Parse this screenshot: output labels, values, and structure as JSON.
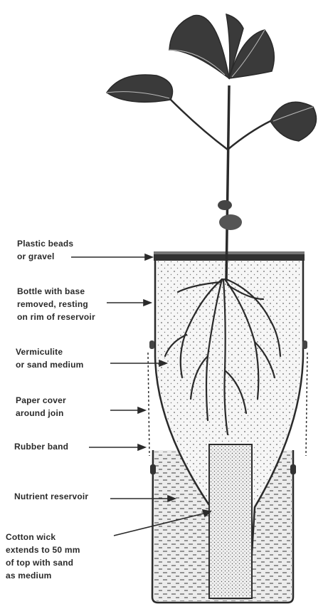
{
  "colors": {
    "ink": "#2a2a2a",
    "leaf": "#3a3a3a",
    "medium_fill": "#f4f4f4",
    "reservoir_fill": "#e9e9e9"
  },
  "labels": {
    "plastic_beads": [
      "Plastic beads",
      "or gravel"
    ],
    "bottle": [
      "Bottle with base",
      "removed, resting",
      "on rim of reservoir"
    ],
    "vermiculite": [
      "Vermiculite",
      "or sand medium"
    ],
    "paper_cover": [
      "Paper cover",
      "around join"
    ],
    "rubber_band": [
      "Rubber band"
    ],
    "nutrient_reservoir": [
      "Nutrient reservoir"
    ],
    "cotton_wick": [
      "Cotton wick",
      "extends to 50 mm",
      "of top with sand",
      "as medium"
    ]
  }
}
